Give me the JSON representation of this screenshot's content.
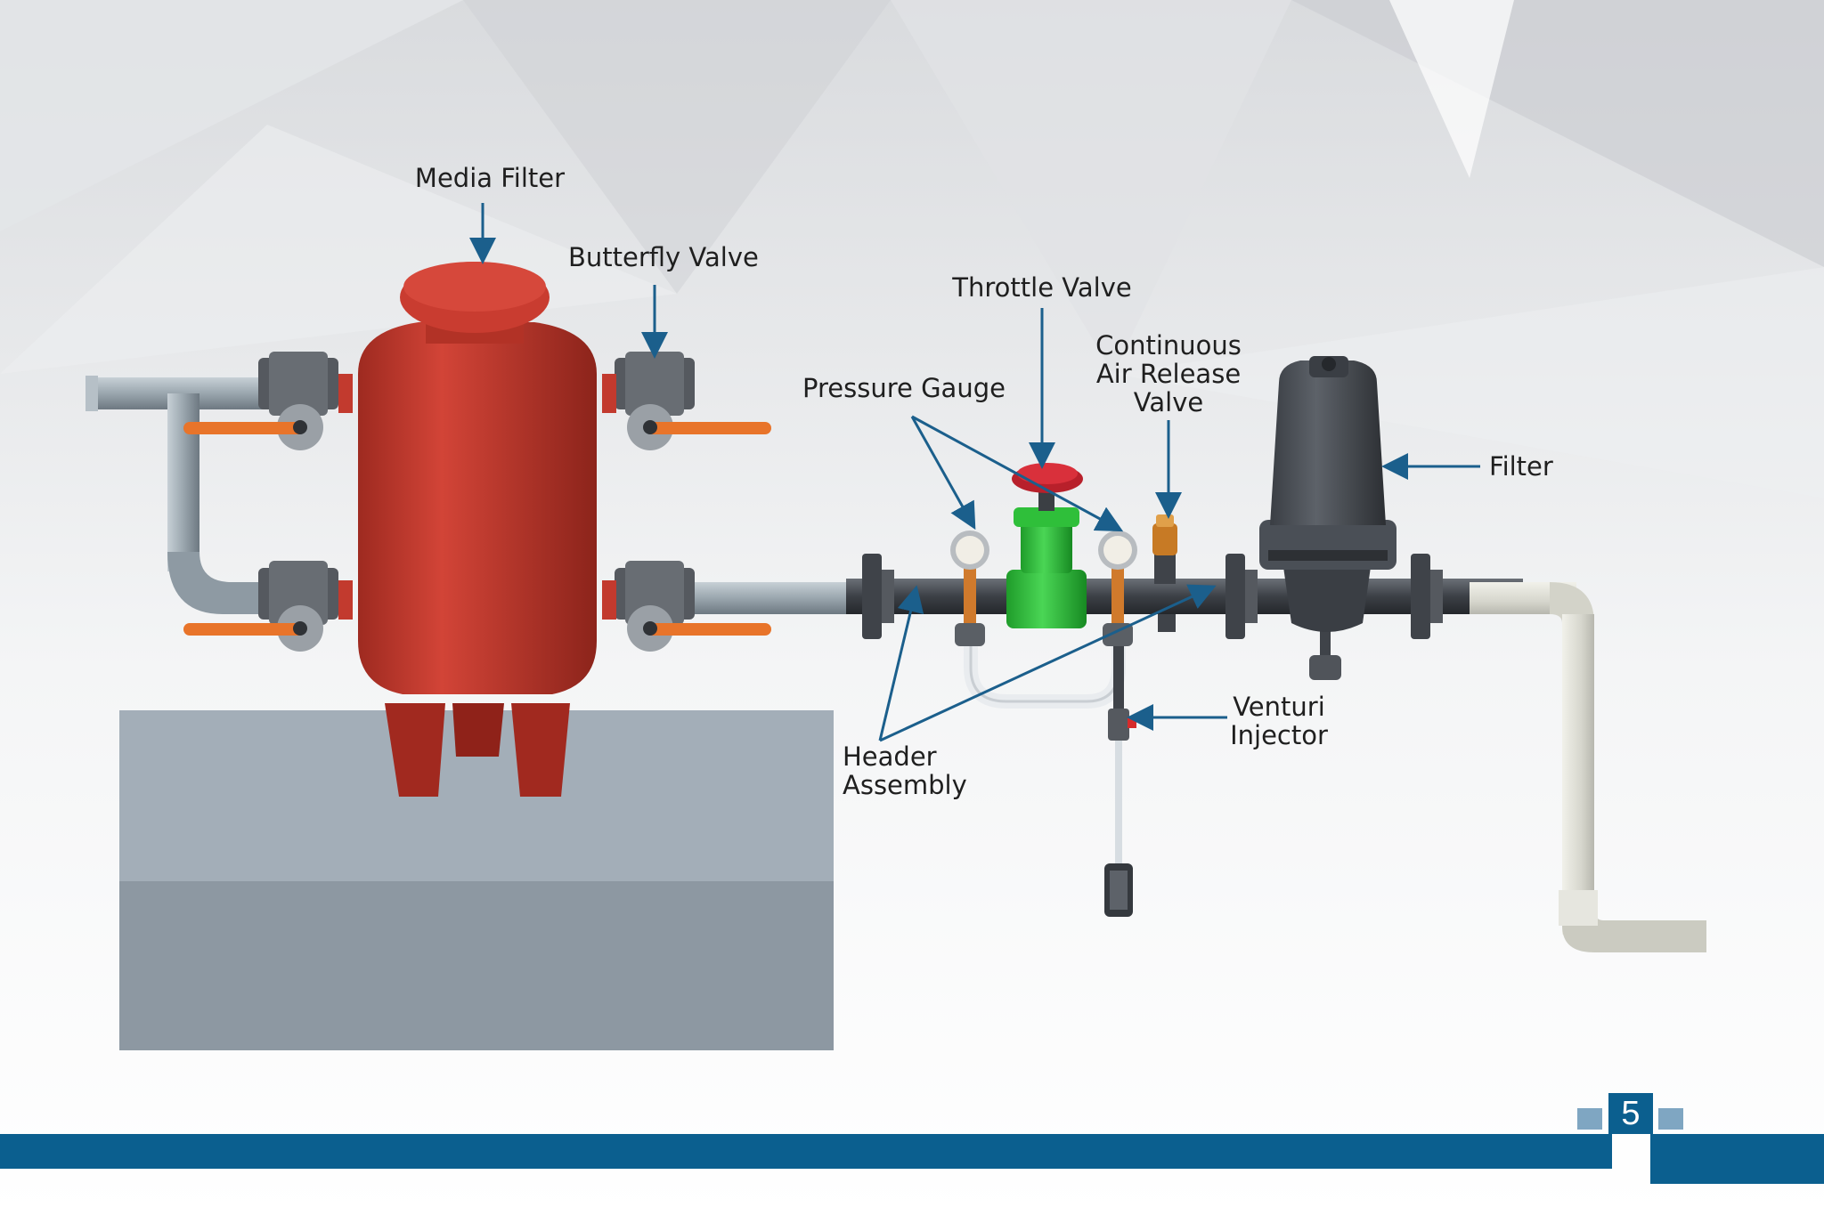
{
  "labels": {
    "media_filter": "Media Filter",
    "butterfly_valve": "Butterfly Valve",
    "throttle_valve": "Throttle Valve",
    "continuous_air_release_valve": [
      "Continuous",
      "Air Release",
      "Valve"
    ],
    "pressure_gauge": "Pressure Gauge",
    "filter": "Filter",
    "venturi_injector": [
      "Venturi",
      "Injector"
    ],
    "header_assembly": [
      "Header",
      "Assembly"
    ]
  },
  "page_number": "5",
  "colors": {
    "accent_blue": "#0b5f8f",
    "arrow_blue": "#1b5f8c",
    "media_filter_red": "#c0392b",
    "throttle_valve_green": "#2fbf3a",
    "valve_handle_orange": "#e8742a",
    "pipe_grey": "#9aa6ae",
    "filter_dark_grey": "#4a4e54",
    "base_block": "#9aa6b2"
  }
}
